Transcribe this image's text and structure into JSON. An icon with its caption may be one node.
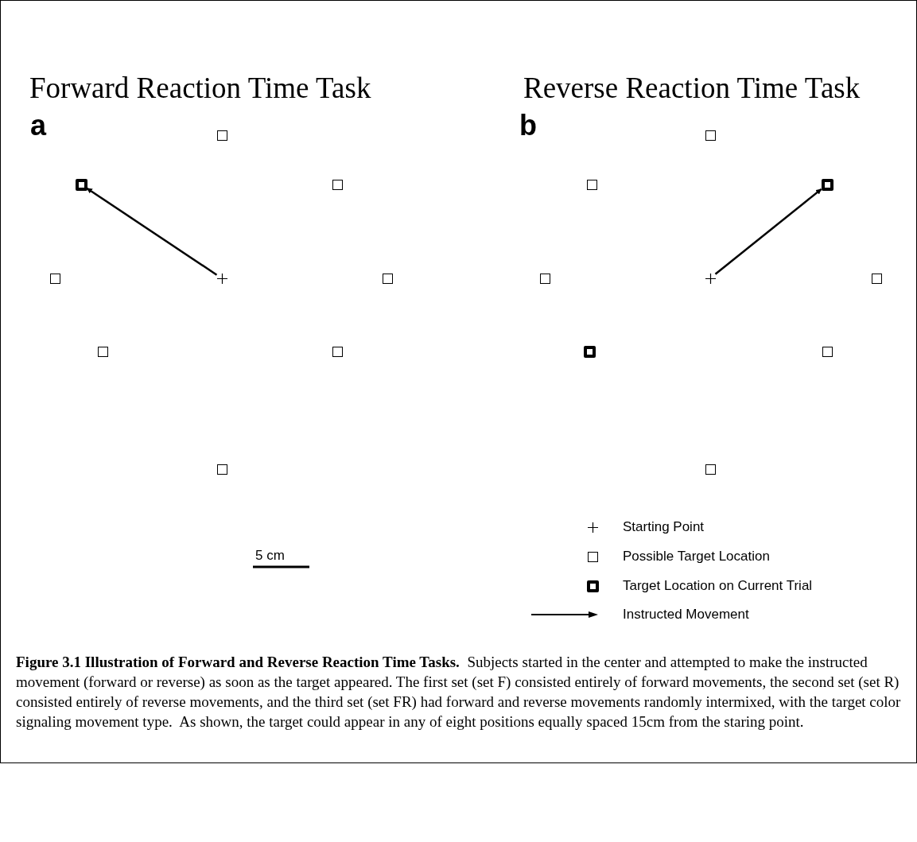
{
  "diagram": {
    "caption": "**Figure 3.1 Illustration of Forward and Reverse Reaction Time Tasks.**  Subjects started in the center and attempted to make the instructed movement (forward or reverse) as soon as the target appeared. The first set (set F) consisted entirely of forward movements, the second set (set R) consisted entirely of reverse movements, and the third set (set FR) had forward and reverse movements randomly intermixed, with the target color signaling movement type.  As shown, the target could appear in any of eight positions equally spaced 15cm from the staring point.",
    "nodes": [
      {
        "text": [],
        "shape": "box"
      },
      {
        "text": [],
        "shape": "frame"
      },
      {
        "text": [],
        "shape": "box"
      },
      {
        "text": [],
        "shape": "box"
      },
      {
        "text": [],
        "shape": "cross"
      },
      {
        "text": [],
        "shape": "box"
      },
      {
        "text": [],
        "shape": "box"
      },
      {
        "text": [],
        "shape": "box"
      },
      {
        "text": [],
        "shape": "box"
      },
      {
        "text": [],
        "shape": "box"
      },
      {
        "text": [],
        "shape": "box"
      },
      {
        "text": [],
        "shape": "frame"
      },
      {
        "text": [],
        "shape": "box"
      },
      {
        "text": [],
        "shape": "cross"
      },
      {
        "text": [],
        "shape": "box"
      },
      {
        "text": [],
        "shape": "frame"
      },
      {
        "text": [],
        "shape": "box"
      },
      {
        "text": [],
        "shape": "box"
      }
    ],
    "edges": [
      {
        "from": 4,
        "to": 1,
        "arrow": "to"
      },
      {
        "from": 13,
        "to": 11,
        "arrow": "to"
      }
    ],
    "labels": [
      "Forward Reaction Time Task",
      "a",
      "Reverse Reaction Time Task",
      "b",
      "5 cm"
    ],
    "legend": [
      {
        "text": "Starting Point"
      },
      {
        "text": "Possible Target Location"
      },
      {
        "text": "Target Location on Current Trial"
      },
      {
        "text": "Instructed Movement"
      }
    ]
  }
}
